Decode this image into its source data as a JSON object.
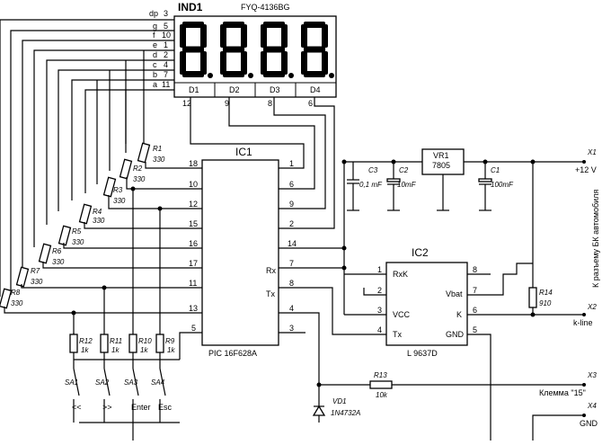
{
  "display": {
    "ref": "IND1",
    "model": "FYQ-4136BG",
    "digits": [
      "D1",
      "D2",
      "D3",
      "D4"
    ],
    "digit_pins": [
      "12",
      "9",
      "8",
      "6"
    ],
    "segments": [
      {
        "name": "dp",
        "pin": "3"
      },
      {
        "name": "g",
        "pin": "5"
      },
      {
        "name": "f",
        "pin": "10"
      },
      {
        "name": "e",
        "pin": "1"
      },
      {
        "name": "d",
        "pin": "2"
      },
      {
        "name": "c",
        "pin": "4"
      },
      {
        "name": "b",
        "pin": "7"
      },
      {
        "name": "a",
        "pin": "11"
      }
    ]
  },
  "resistors": {
    "r1": {
      "ref": "R1",
      "value": "330"
    },
    "r2": {
      "ref": "R2",
      "value": "330"
    },
    "r3": {
      "ref": "R3",
      "value": "330"
    },
    "r4": {
      "ref": "R4",
      "value": "330"
    },
    "r5": {
      "ref": "R5",
      "value": "330"
    },
    "r6": {
      "ref": "R6",
      "value": "330"
    },
    "r7": {
      "ref": "R7",
      "value": "330"
    },
    "r8": {
      "ref": "R8",
      "value": "330"
    },
    "r9": {
      "ref": "R9",
      "value": "1k"
    },
    "r10": {
      "ref": "R10",
      "value": "1k"
    },
    "r11": {
      "ref": "R11",
      "value": "1k"
    },
    "r12": {
      "ref": "R12",
      "value": "1k"
    },
    "r13": {
      "ref": "R13",
      "value": "10k"
    },
    "r14": {
      "ref": "R14",
      "value": "910"
    }
  },
  "ic1": {
    "ref": "IC1",
    "part": "PIC 16F628A",
    "left_pins": [
      "18",
      "10",
      "12",
      "15",
      "16",
      "17",
      "11",
      "13",
      "5"
    ],
    "right_pins": [
      "1",
      "6",
      "9",
      "2",
      "14",
      "7",
      "8",
      "4",
      "3"
    ],
    "rx_label": "Rx",
    "tx_label": "Tx"
  },
  "ic2": {
    "ref": "IC2",
    "part": "L 9637D",
    "left_pins": [
      {
        "num": "1",
        "label": "RxK"
      },
      {
        "num": "2",
        "label": ""
      },
      {
        "num": "3",
        "label": "VCC"
      },
      {
        "num": "4",
        "label": "Tx"
      }
    ],
    "right_pins": [
      {
        "num": "8",
        "label": ""
      },
      {
        "num": "7",
        "label": "Vbat"
      },
      {
        "num": "6",
        "label": "K"
      },
      {
        "num": "5",
        "label": "GND"
      }
    ]
  },
  "power": {
    "vr1_ref": "VR1",
    "vr1_part": "7805",
    "c1": {
      "ref": "C1",
      "value": "100mF"
    },
    "c2": {
      "ref": "C2",
      "value": "10mF"
    },
    "c3": {
      "ref": "C3",
      "value": "0,1 mF"
    }
  },
  "diode": {
    "ref": "VD1",
    "part": "1N4732A"
  },
  "switches": [
    {
      "ref": "SA1",
      "label": "<<"
    },
    {
      "ref": "SA2",
      "label": ">>"
    },
    {
      "ref": "SA3",
      "label": "Enter"
    },
    {
      "ref": "SA4",
      "label": "Esc"
    }
  ],
  "connectors": {
    "x1": {
      "ref": "X1",
      "label": "+12 V"
    },
    "x2": {
      "ref": "X2",
      "label": "k-line"
    },
    "x3": {
      "ref": "X3",
      "label": "Клемма \"15\""
    },
    "x4": {
      "ref": "X4",
      "label": "GND"
    },
    "side_note": "К разъему БК автомобиля"
  }
}
